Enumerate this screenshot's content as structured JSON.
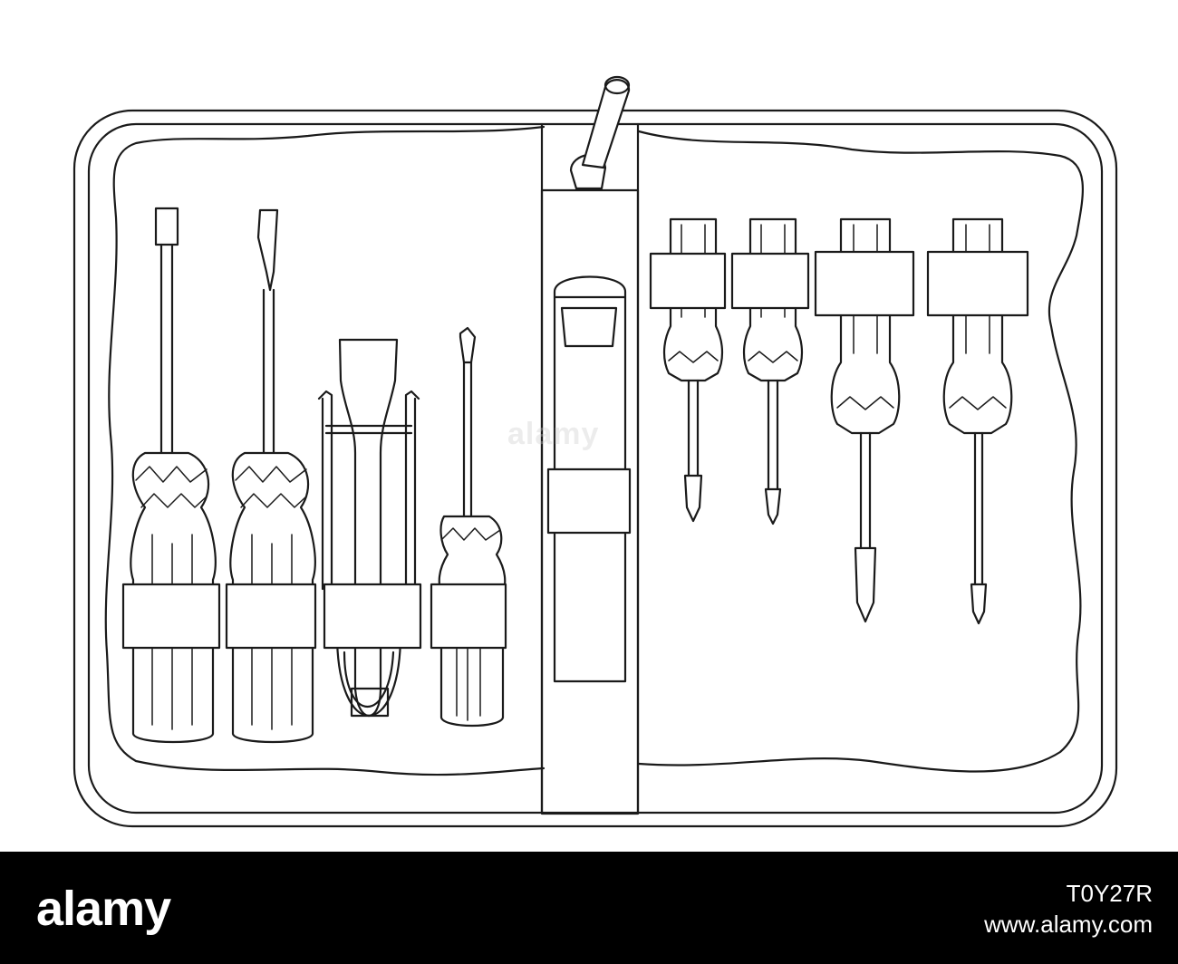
{
  "image": {
    "subject": "tool-case-line-drawing",
    "line_color": "#1a1a1a",
    "background": "#ffffff",
    "icons": [
      "zipper-pull-icon",
      "screwdriver-icon",
      "nut-driver-icon",
      "hex-key-set-icon",
      "voltage-tester-icon"
    ]
  },
  "watermark": {
    "text": "alamy"
  },
  "footer": {
    "logo": "alamy",
    "image_id": "T0Y27R",
    "url": "www.alamy.com",
    "background": "#000000",
    "text_color": "#ffffff"
  }
}
